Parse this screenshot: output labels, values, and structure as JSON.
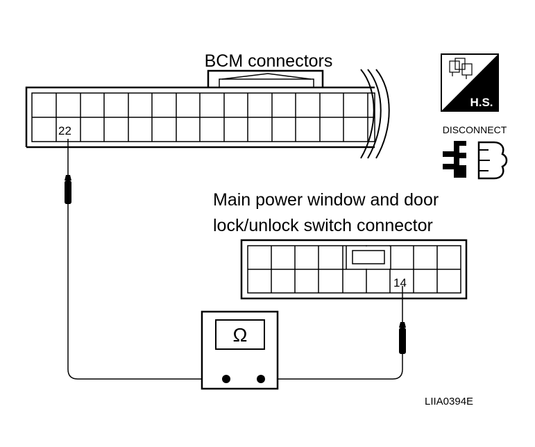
{
  "bcm": {
    "title": "BCM connectors",
    "pin_label": "22"
  },
  "switch": {
    "title_line1": "Main power window and door",
    "title_line2": "lock/unlock switch connector",
    "pin_label": "14"
  },
  "meter": {
    "symbol": "Ω"
  },
  "icons": {
    "hs_label": "H.S.",
    "disconnect_label": "DISCONNECT"
  },
  "figure_code": "LIIA0394E"
}
